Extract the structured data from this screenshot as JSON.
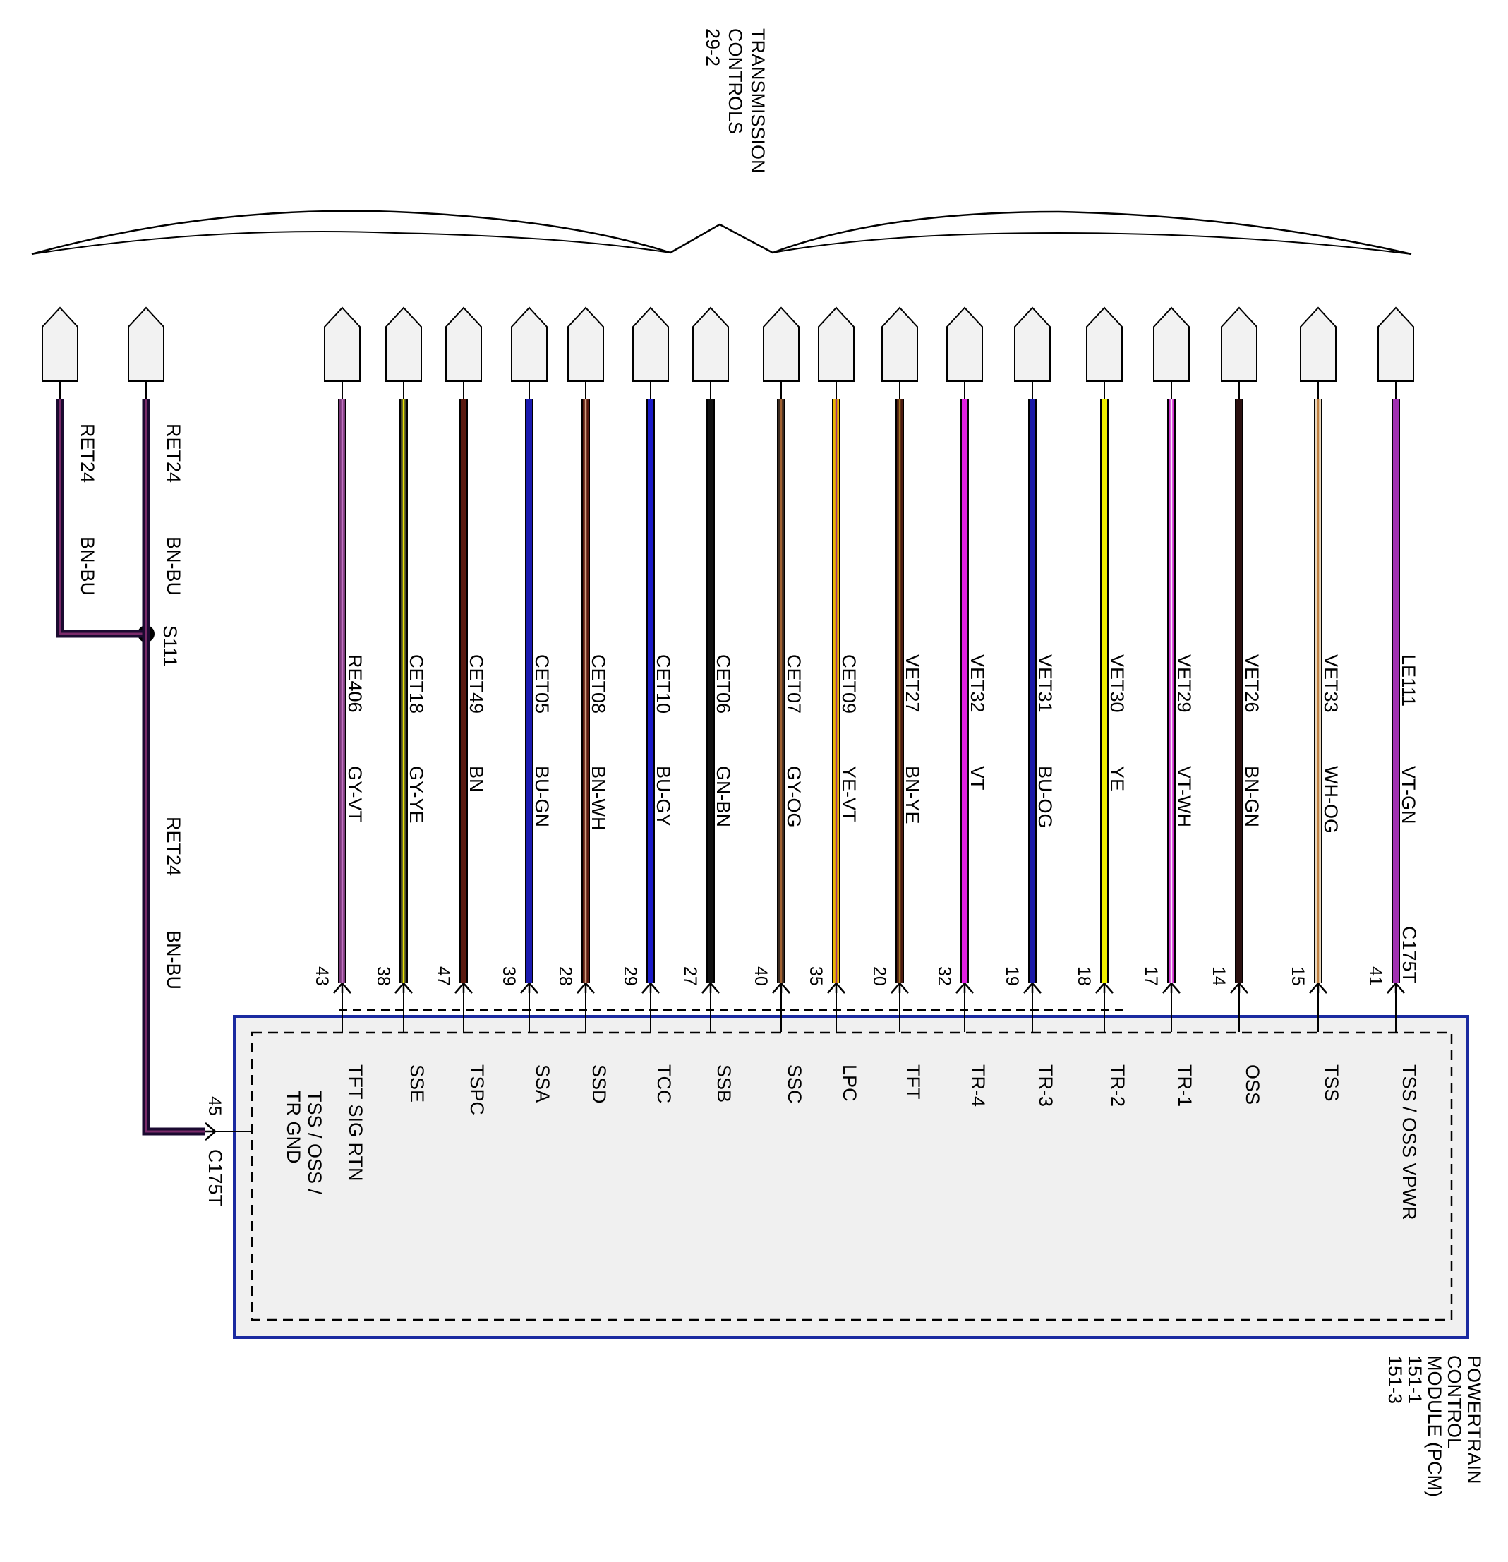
{
  "top_component": {
    "lines": [
      "TRANSMISSION",
      "CONTROLS",
      "29-2"
    ]
  },
  "pcm": {
    "lines": [
      "POWERTRAIN",
      "CONTROL",
      "MODULE (PCM)",
      "151-1",
      "151-3"
    ]
  },
  "connector": "C175T",
  "splice": "S111",
  "ground": {
    "circuit": "RET24",
    "color": "BN-BU",
    "pin": "45",
    "connector": "C175T",
    "function": [
      "TSS / OSS /",
      "TR GND"
    ]
  },
  "wires": [
    {
      "circuit": "RE406",
      "color": "GY-VT",
      "pin": "43",
      "function": "TFT SIG RTN",
      "stroke": "#7a3a7a",
      "stripe": "#c070c0"
    },
    {
      "circuit": "CET18",
      "color": "GY-YE",
      "pin": "38",
      "function": "SSE",
      "stroke": "#4a4a2a",
      "stripe": "#e6e000"
    },
    {
      "circuit": "CET49",
      "color": "BN",
      "pin": "47",
      "function": "TSPC",
      "stroke": "#5a1a10",
      "stripe": null
    },
    {
      "circuit": "CET05",
      "color": "BU-GN",
      "pin": "39",
      "function": "SSA",
      "stroke": "#1a1ab0",
      "stripe": null
    },
    {
      "circuit": "CET08",
      "color": "BN-WH",
      "pin": "28",
      "function": "SSD",
      "stroke": "#5a1a10",
      "stripe": "#d0a080"
    },
    {
      "circuit": "CET10",
      "color": "BU-GY",
      "pin": "29",
      "function": "TCC",
      "stroke": "#1a1ac8",
      "stripe": null
    },
    {
      "circuit": "CET06",
      "color": "GN-BN",
      "pin": "27",
      "function": "SSB",
      "stroke": "#111111",
      "stripe": null
    },
    {
      "circuit": "CET07",
      "color": "GY-OG",
      "pin": "40",
      "function": "SSC",
      "stroke": "#3a2a20",
      "stripe": "#a06030"
    },
    {
      "circuit": "CET09",
      "color": "YE-VT",
      "pin": "35",
      "function": "LPC",
      "stroke": "#e8b800",
      "stripe": "#a03070"
    },
    {
      "circuit": "VET27",
      "color": "BN-YE",
      "pin": "20",
      "function": "TFT",
      "stroke": "#4a1a10",
      "stripe": "#a07020"
    },
    {
      "circuit": "VET32",
      "color": "VT",
      "pin": "32",
      "function": "TR-4",
      "stroke": "#e020e0",
      "stripe": null
    },
    {
      "circuit": "VET31",
      "color": "BU-OG",
      "pin": "19",
      "function": "TR-3",
      "stroke": "#1a1aa8",
      "stripe": null
    },
    {
      "circuit": "VET30",
      "color": "YE",
      "pin": "18",
      "function": "TR-2",
      "stroke": "#f0f000",
      "stripe": null
    },
    {
      "circuit": "VET29",
      "color": "VT-WH",
      "pin": "17",
      "function": "TR-1",
      "stroke": "#d030d0",
      "stripe": "#f8e8f8"
    },
    {
      "circuit": "VET26",
      "color": "BN-GN",
      "pin": "14",
      "function": "OSS",
      "stroke": "#2a1010",
      "stripe": null
    },
    {
      "circuit": "VET33",
      "color": "WH-OG",
      "pin": "15",
      "function": "TSS",
      "stroke": "#e8d8c0",
      "stripe": "#c08040"
    },
    {
      "circuit": "LE111",
      "color": "VT-GN",
      "pin": "41",
      "function": "TSS / OSS VPWR",
      "stroke": "#a030b0",
      "stripe": null
    }
  ],
  "colors": {
    "pcm_border": "#1a2aa0",
    "pcm_fill": "#f0f0f0",
    "ground_wire": "#1a0a30",
    "ground_stripe": "#7a2a6a"
  }
}
